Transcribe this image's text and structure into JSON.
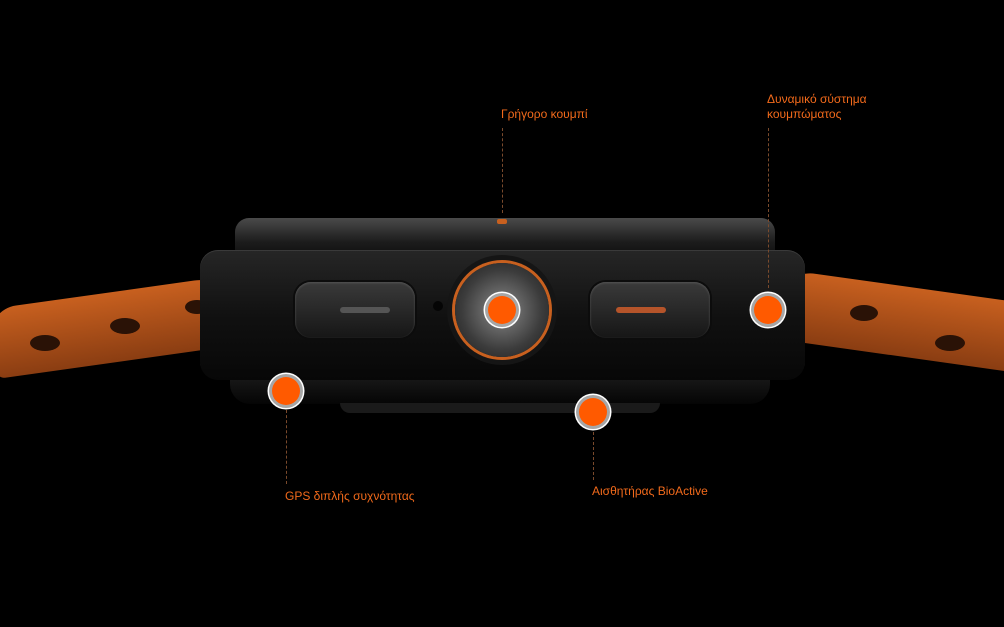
{
  "hotspots": [
    {
      "id": "quick-button",
      "label": "Γρήγορο κουμπί"
    },
    {
      "id": "dynamic-lug-system",
      "label_line1": "Δυναμικό σύστημα",
      "label_line2": "κουμπώματος"
    },
    {
      "id": "dual-frequency-gps",
      "label": "GPS διπλής συχνότητας"
    },
    {
      "id": "bioactive-sensor",
      "label": "Αισθητήρας BioActive"
    }
  ],
  "colors": {
    "accent": "#ff5a00",
    "label": "#f26a1b",
    "background": "#000000"
  }
}
